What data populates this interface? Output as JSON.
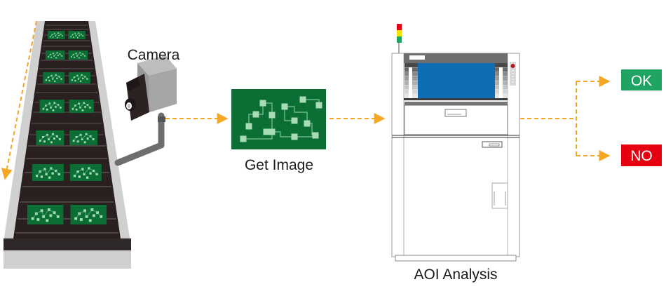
{
  "diagram": {
    "title": "AOI inspection flow",
    "labels": {
      "camera": "Camera",
      "get_image": "Get Image",
      "aoi_analysis": "AOI Analysis"
    },
    "results": [
      {
        "id": "ok",
        "label": "OK",
        "color": "#1fa463"
      },
      {
        "id": "no",
        "label": "NO",
        "color": "#e60012"
      }
    ],
    "colors": {
      "arrow": "#f5a623",
      "pcb_green": "#0b6e35",
      "pcb_pad": "#a8dcb6",
      "belt_dark": "#2a2020",
      "belt_rail": "#c8c8c8",
      "screen_blue": "#0f6db5",
      "machine_frame": "#9a9a9a",
      "camera_gray": "#8a8a8a"
    },
    "nodes": [
      {
        "id": "conveyor",
        "name": "Conveyor belt with PCBs"
      },
      {
        "id": "camera",
        "name": "Camera"
      },
      {
        "id": "image",
        "name": "Captured PCB image"
      },
      {
        "id": "aoi",
        "name": "AOI machine"
      },
      {
        "id": "ok",
        "name": "OK result"
      },
      {
        "id": "no",
        "name": "NO result"
      }
    ],
    "edges": [
      {
        "from": "camera",
        "to": "image"
      },
      {
        "from": "image",
        "to": "aoi"
      },
      {
        "from": "aoi",
        "to": "ok"
      },
      {
        "from": "aoi",
        "to": "no"
      }
    ]
  }
}
